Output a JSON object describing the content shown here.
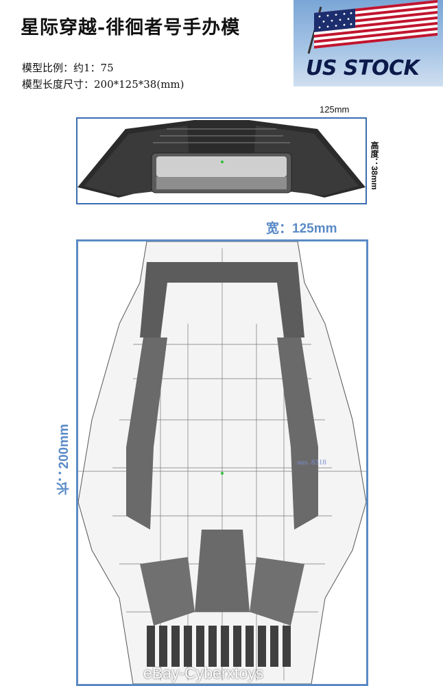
{
  "title": "星际穿越-徘徊者号手办模",
  "specs": {
    "scale": "模型比例：约1：75",
    "size": "模型长度尺寸：200*125*38(mm)"
  },
  "badge": {
    "text": "US STOCK",
    "flag": "american-flag"
  },
  "front_view": {
    "width_label": "125mm",
    "height_label": "高度：38mm"
  },
  "top_view": {
    "width_label": "宽：125mm",
    "length_label": "长：200mm",
    "stamp": "·aus. 8318"
  },
  "watermark": "eBay-Cyberxtoys",
  "colors": {
    "dimension_blue": "#5a8ac6",
    "box_blue": "#3a6db0",
    "model_dark": "#2b2b2b"
  }
}
